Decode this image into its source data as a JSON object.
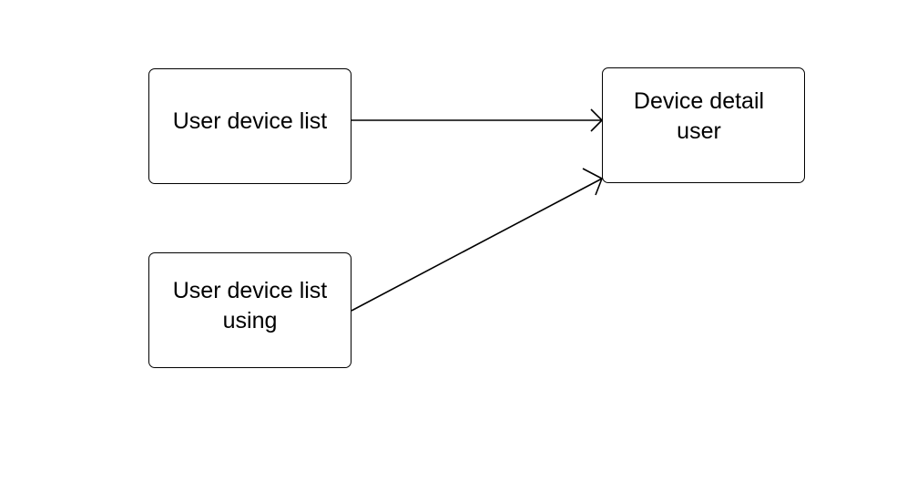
{
  "diagram": {
    "nodes": [
      {
        "id": "user-device-list",
        "label": "User device list"
      },
      {
        "id": "user-device-list-using",
        "label": "User device list\nusing"
      },
      {
        "id": "device-detail-user",
        "label": "Device detail\nuser"
      }
    ],
    "edges": [
      {
        "from": "user-device-list",
        "to": "device-detail-user"
      },
      {
        "from": "user-device-list-using",
        "to": "device-detail-user"
      }
    ],
    "colors": {
      "stroke": "#000000",
      "background": "#ffffff"
    }
  }
}
